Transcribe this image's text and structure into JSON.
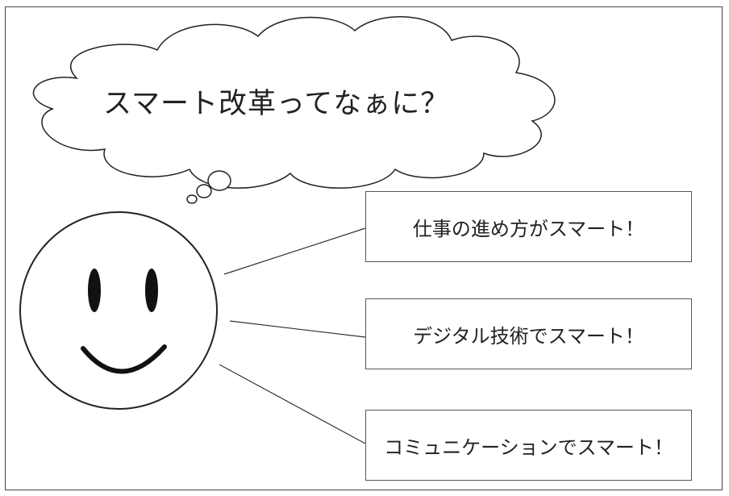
{
  "thought": {
    "question": "スマート改革ってなぁに？"
  },
  "speech_boxes": [
    {
      "text": "仕事の進め方がスマート！"
    },
    {
      "text": "デジタル技術でスマート！"
    },
    {
      "text": "コミュニケーションでスマート！"
    }
  ],
  "colors": {
    "line": "#222222",
    "background": "#ffffff"
  },
  "icons": {
    "face": "smiley-face-icon",
    "cloud": "thought-cloud-icon"
  }
}
